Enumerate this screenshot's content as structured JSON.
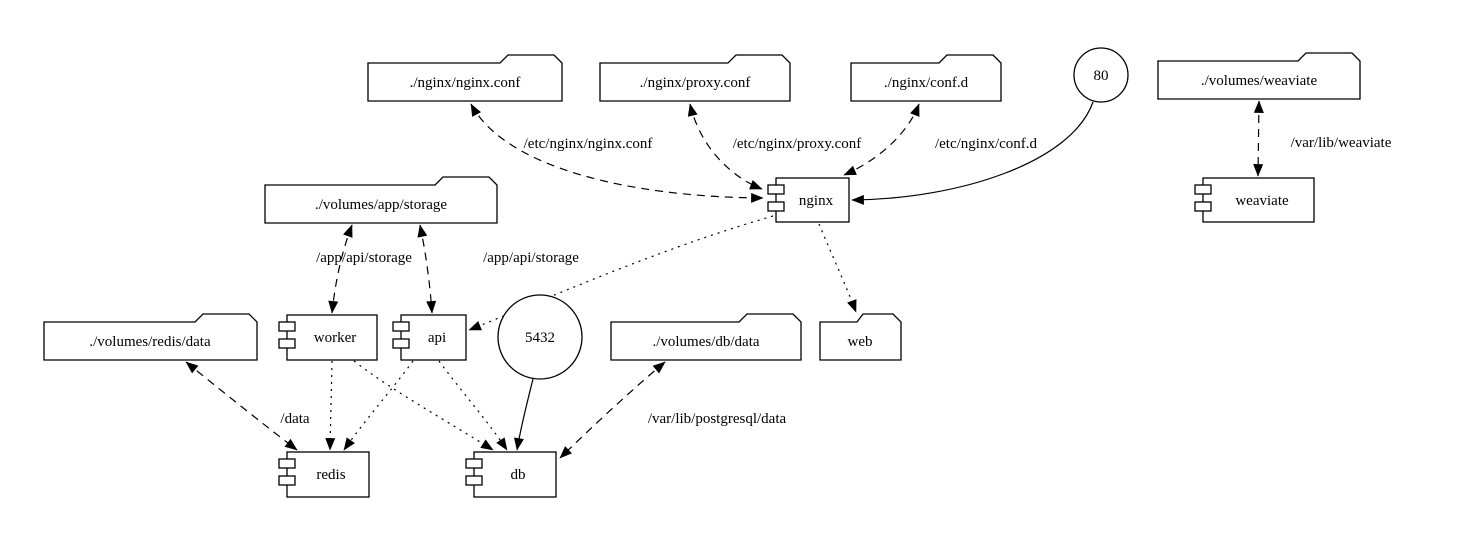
{
  "colors": {
    "stroke": "#000000",
    "background": "#ffffff"
  },
  "nodes": {
    "nginx_conf_file": {
      "label": "./nginx/nginx.conf",
      "shape": "folder"
    },
    "proxy_conf_file": {
      "label": "./nginx/proxy.conf",
      "shape": "folder"
    },
    "conf_d_dir": {
      "label": "./nginx/conf.d",
      "shape": "folder"
    },
    "port_80": {
      "label": "80",
      "shape": "circle"
    },
    "volumes_weaviate": {
      "label": "./volumes/weaviate",
      "shape": "folder"
    },
    "volumes_app_storage": {
      "label": "./volumes/app/storage",
      "shape": "folder"
    },
    "nginx": {
      "label": "nginx",
      "shape": "component"
    },
    "weaviate": {
      "label": "weaviate",
      "shape": "component"
    },
    "volumes_redis_data": {
      "label": "./volumes/redis/data",
      "shape": "folder"
    },
    "worker": {
      "label": "worker",
      "shape": "component"
    },
    "api": {
      "label": "api",
      "shape": "component"
    },
    "port_5432": {
      "label": "5432",
      "shape": "circle"
    },
    "volumes_db_data": {
      "label": "./volumes/db/data",
      "shape": "folder"
    },
    "web": {
      "label": "web",
      "shape": "folder"
    },
    "redis": {
      "label": "redis",
      "shape": "component"
    },
    "db": {
      "label": "db",
      "shape": "component"
    }
  },
  "edges": [
    {
      "from": "nginx_conf_file",
      "to": "nginx",
      "style": "dashed",
      "bidirectional": true,
      "label": "/etc/nginx/nginx.conf"
    },
    {
      "from": "proxy_conf_file",
      "to": "nginx",
      "style": "dashed",
      "bidirectional": true,
      "label": "/etc/nginx/proxy.conf"
    },
    {
      "from": "conf_d_dir",
      "to": "nginx",
      "style": "dashed",
      "bidirectional": true,
      "label": "/etc/nginx/conf.d"
    },
    {
      "from": "port_80",
      "to": "nginx",
      "style": "solid",
      "bidirectional": false,
      "label": ""
    },
    {
      "from": "volumes_weaviate",
      "to": "weaviate",
      "style": "dashed",
      "bidirectional": true,
      "label": "/var/lib/weaviate"
    },
    {
      "from": "volumes_app_storage",
      "to": "worker",
      "style": "dashed",
      "bidirectional": true,
      "label": "/app/api/storage"
    },
    {
      "from": "volumes_app_storage",
      "to": "api",
      "style": "dashed",
      "bidirectional": true,
      "label": "/app/api/storage"
    },
    {
      "from": "nginx",
      "to": "api",
      "style": "dotted",
      "bidirectional": false,
      "label": ""
    },
    {
      "from": "nginx",
      "to": "web",
      "style": "dotted",
      "bidirectional": false,
      "label": ""
    },
    {
      "from": "worker",
      "to": "redis",
      "style": "dotted",
      "bidirectional": false,
      "label": ""
    },
    {
      "from": "worker",
      "to": "db",
      "style": "dotted",
      "bidirectional": false,
      "label": ""
    },
    {
      "from": "api",
      "to": "redis",
      "style": "dotted",
      "bidirectional": false,
      "label": ""
    },
    {
      "from": "api",
      "to": "db",
      "style": "dotted",
      "bidirectional": false,
      "label": ""
    },
    {
      "from": "volumes_redis_data",
      "to": "redis",
      "style": "dashed",
      "bidirectional": true,
      "label": "/data"
    },
    {
      "from": "port_5432",
      "to": "db",
      "style": "solid",
      "bidirectional": false,
      "label": ""
    },
    {
      "from": "volumes_db_data",
      "to": "db",
      "style": "dashed",
      "bidirectional": true,
      "label": "/var/lib/postgresql/data"
    }
  ]
}
